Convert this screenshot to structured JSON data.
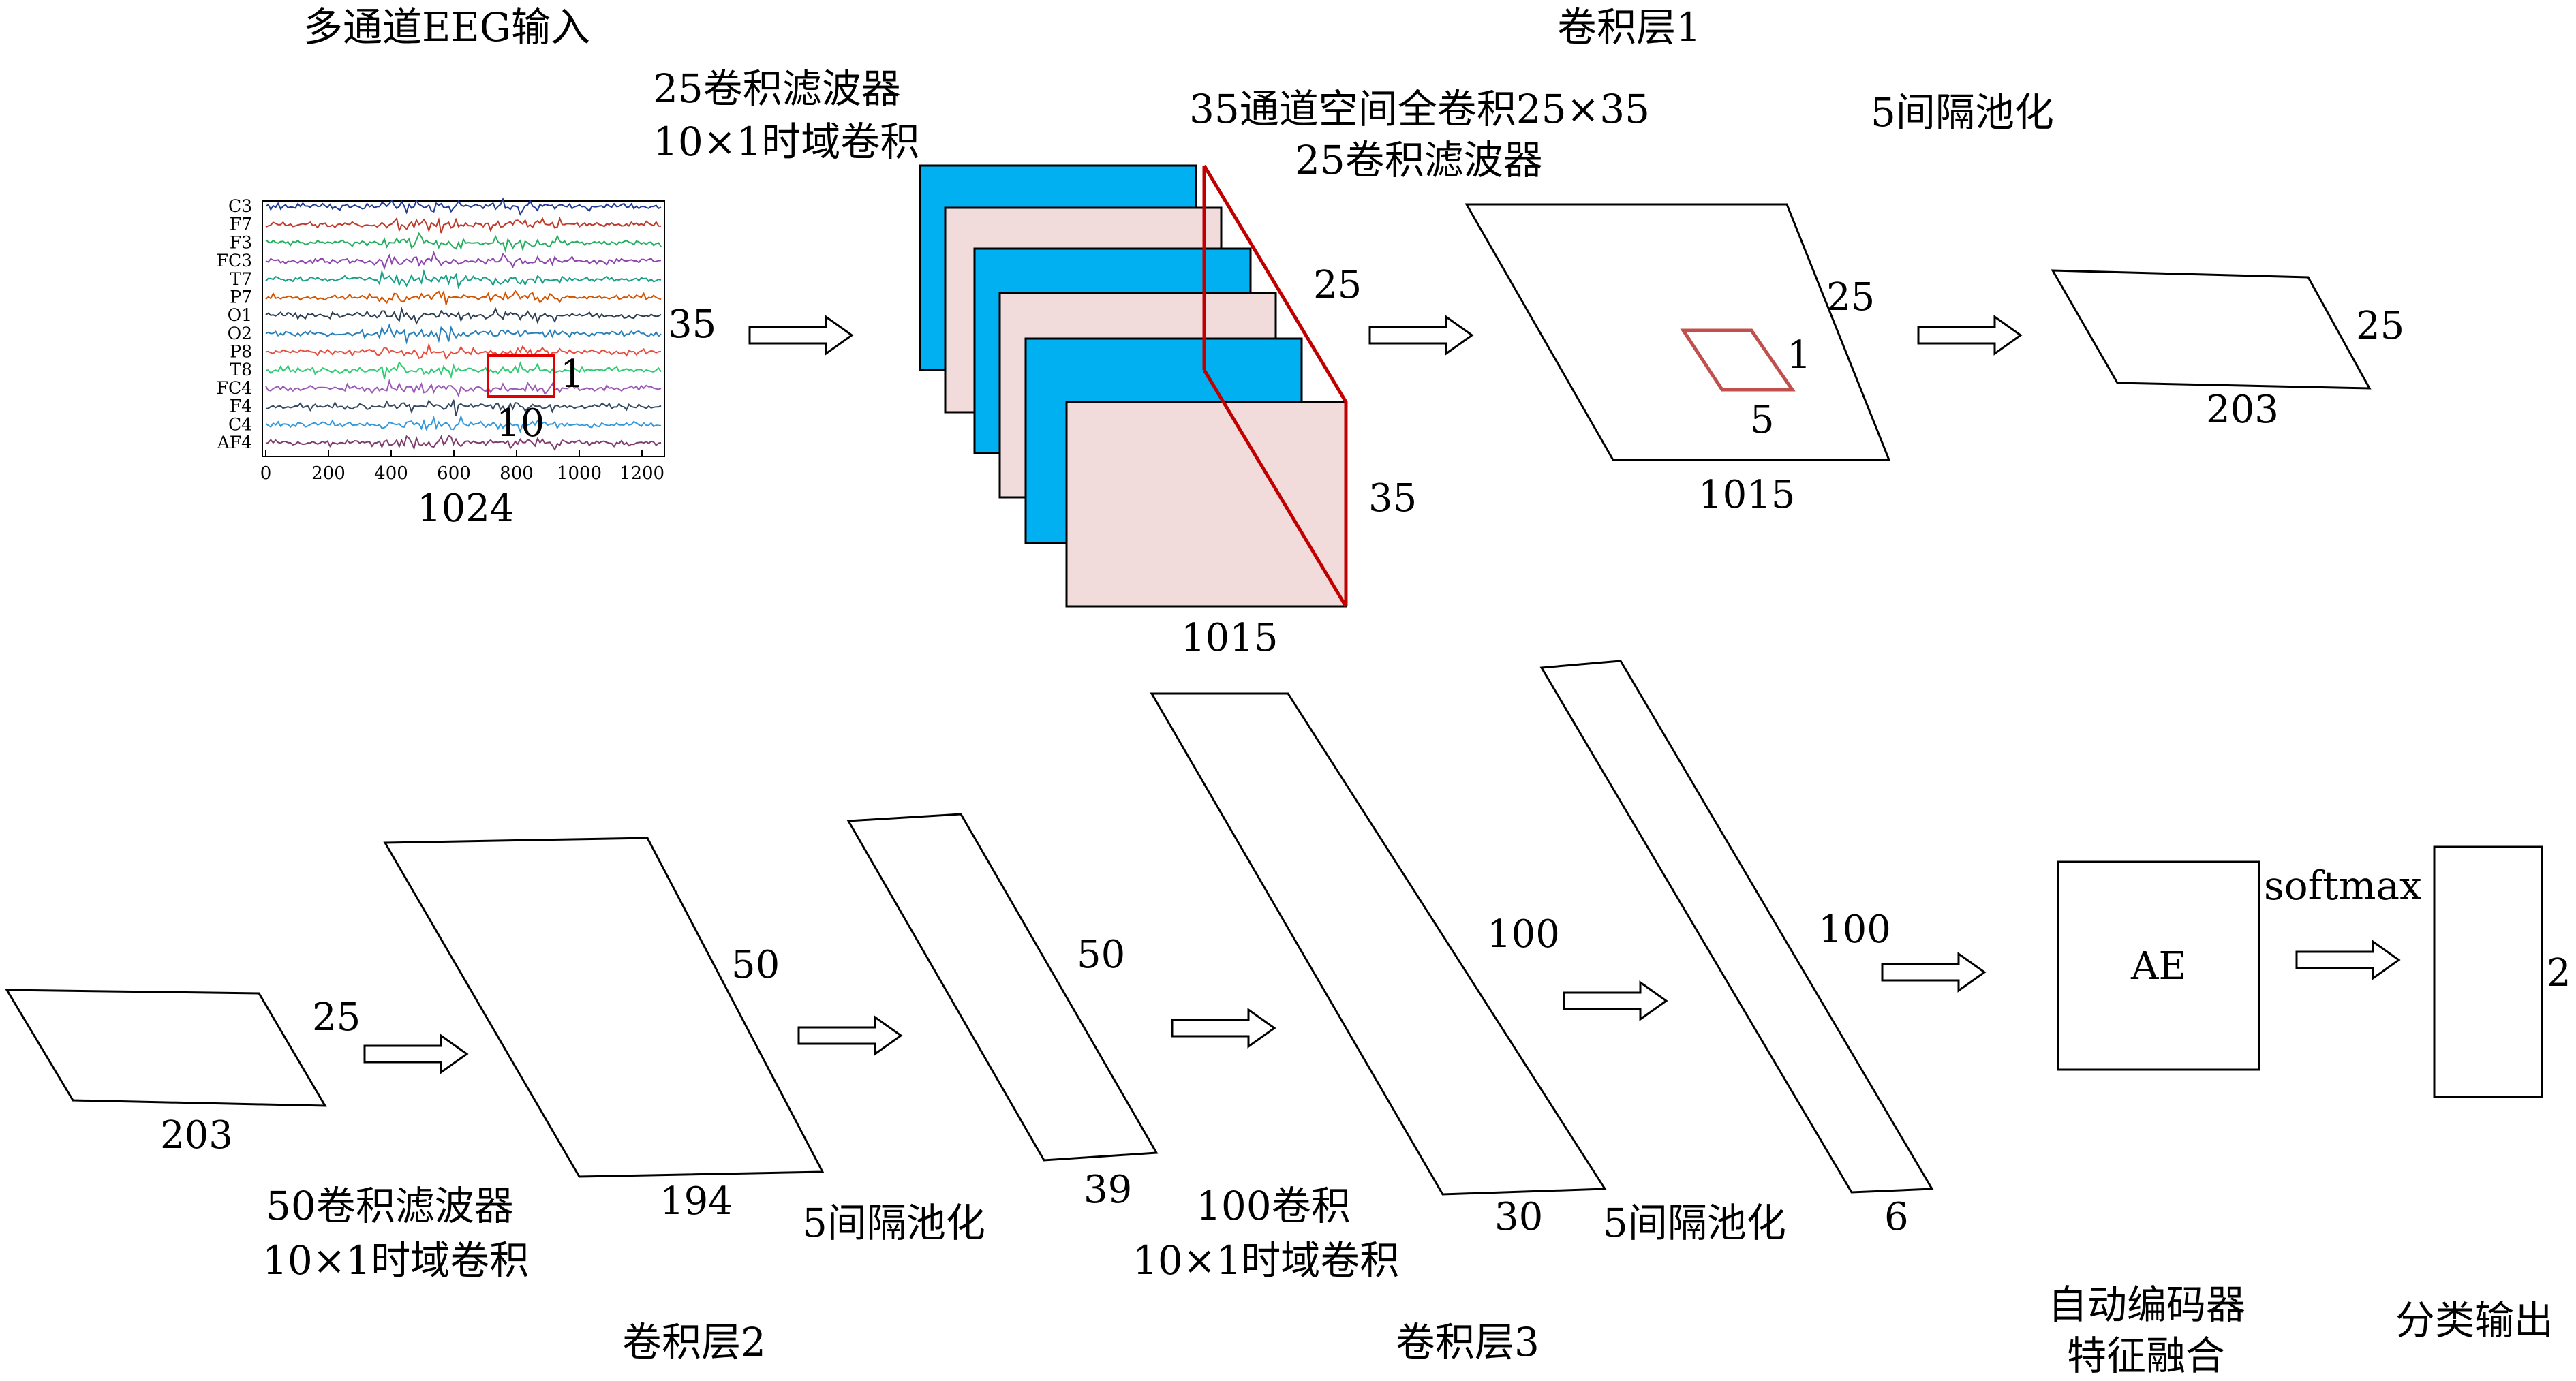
{
  "row1": {
    "eeg": {
      "title": "多通道EEG输入",
      "channels": [
        "C3",
        "F7",
        "F3",
        "FC3",
        "T7",
        "P7",
        "O1",
        "O2",
        "P8",
        "T8",
        "FC4",
        "F4",
        "C4",
        "AF4"
      ],
      "x_ticks": [
        "0",
        "200",
        "400",
        "600",
        "800",
        "1000",
        "1200"
      ],
      "box_width_label": "10",
      "box_height_label": "1",
      "channels_label": "35",
      "length_label": "1024"
    },
    "temporal_conv": {
      "line1": "25卷积滤波器",
      "line2": "10×1时域卷积"
    },
    "conv1_title": "卷积层1",
    "feature_maps": {
      "depth_label": "25",
      "height_label": "35",
      "width_label": "1015"
    },
    "spatial_conv": {
      "line1": "35通道空间全卷积25×35",
      "line2": "25卷积滤波器"
    },
    "map1": {
      "depth_label": "25",
      "kernel_h_label": "1",
      "kernel_w_label": "5",
      "width_label": "1015"
    },
    "pool1": {
      "label": "5间隔池化",
      "depth_label": "25",
      "width_label": "203"
    }
  },
  "row2": {
    "input_map": {
      "depth_label": "25",
      "width_label": "203"
    },
    "conv2_filters": {
      "line1": "50卷积滤波器",
      "line2": "10×1时域卷积"
    },
    "conv2_map": {
      "depth_label": "50",
      "width_label": "194"
    },
    "conv2_title": "卷积层2",
    "pool2": {
      "label": "5间隔池化",
      "depth_label": "50",
      "width_label": "39"
    },
    "conv3_filters": {
      "line1": "100卷积",
      "line2": "10×1时域卷积"
    },
    "conv3_map": {
      "depth_label": "100",
      "width_label": "30"
    },
    "conv3_title": "卷积层3",
    "pool3": {
      "label": "5间隔池化",
      "depth_label": "100",
      "width_label": "6"
    },
    "ae": {
      "label": "AE",
      "caption_line1": "自动编码器",
      "caption_line2": "特征融合"
    },
    "softmax_label": "softmax",
    "output": {
      "size_label": "2",
      "caption": "分类输出"
    }
  },
  "colors": {
    "map_blue": "#00b0f0",
    "map_pink": "#f2dcdb",
    "highlight_red": "#c00000",
    "kernel_red": "#c0504d"
  }
}
